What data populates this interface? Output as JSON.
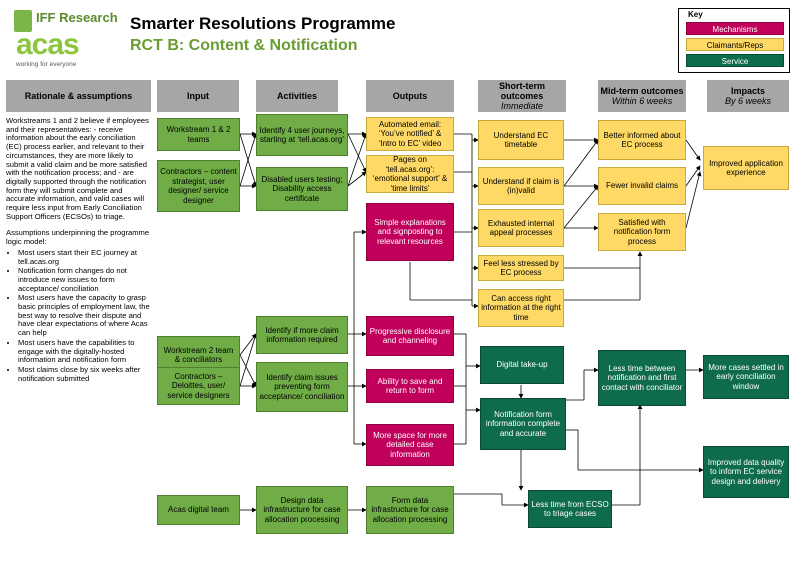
{
  "logo": {
    "iff": "IFF Research",
    "acas": "acas",
    "acas_tagline": "working for everyone"
  },
  "title": "Smarter Resolutions Programme",
  "subtitle": "RCT B: Content & Notification",
  "key": {
    "title": "Key",
    "items": [
      "Mechanisms",
      "Claimants/Reps",
      "Service"
    ]
  },
  "colors": {
    "mechanism": "#c0005a",
    "claimant": "#ffd966",
    "service": "#0f6b4e",
    "input": "#70ad47",
    "header": "#a6a6a6"
  },
  "headers": {
    "rationale": "Rationale & assumptions",
    "input": "Input",
    "activities": "Activities",
    "outputs": "Outputs",
    "short_term": "Short-term outcomes",
    "short_term_sub": "Immediate",
    "mid_term": "Mid-term outcomes",
    "mid_term_sub": "Within 6 weeks",
    "impacts": "Impacts",
    "impacts_sub": "By 6 weeks"
  },
  "rationale": {
    "para1": "Workstreams 1 and 2 believe if employees and their representatives: - receive information about the early conciliation (EC) process earlier, and relevant to their circumstances, they are more likely to submit a valid claim and be more satisfied with the notification process; and - are digitally supported through the notification form they will submit complete and accurate information, and valid cases will require less input from Early Conciliation Support Officers (ECSOs) to triage.",
    "para2": "Assumptions underpinning the programme logic model:",
    "bullets": [
      "Most users start their EC journey at tell.acas.org",
      "Notification form changes do not introduce new issues to form acceptance/ conciliation",
      "Most users have the capacity to grasp basic principles of employment law, the best way to resolve their dispute and have clear expectations of where Acas can help",
      "Most users have the capabilities to engage with the digitally-hosted information and notification form",
      "Most claims close by six weeks after notification submitted"
    ]
  },
  "inputs": [
    "Workstream 1 & 2 teams",
    "Contractors – content strategist, user designer/ service designer",
    "Workstream 2 team & conciliators",
    "Contractors – Deloittes, user/ service designers",
    "Acas digital team"
  ],
  "activities": [
    "Identify 4 user journeys, starting at ‘tell.acas.org’",
    "Disabled users testing; Disability access certificate",
    "Identify if more claim information required",
    "Identify claim issues preventing form acceptance/ conciliation",
    "Design data infrastructure for case allocation processing"
  ],
  "outputs": [
    "Automated email: ‘You’ve notified’ & ‘Intro to EC’ video",
    "Pages on ‘tell.acas.org’: ‘emotional support’ & ‘time limits’",
    "Simple explanations and signposting to relevant resources",
    "Progressive disclosure and channeling",
    "Ability to save and return to form",
    "More space for more detailed case information",
    "Form data infrastructure for case allocation processing"
  ],
  "short_term": [
    "Understand EC timetable",
    "Understand if claim is (in)valid",
    "Exhausted internal appeal processes",
    "Feel less stressed by EC process",
    "Can access right information at the right time",
    "Digital take-up",
    "Notification form information complete and accurate",
    "Less time from ECSO to triage cases"
  ],
  "mid_term": [
    "Better informed about EC process",
    "Fewer invalid claims",
    "Satisfied with notification form process",
    "Less time between notification and first contact with conciliator"
  ],
  "impacts": [
    "Improved application experience",
    "More cases settled in early conciliation window",
    "Improved data quality to inform EC service design and delivery"
  ]
}
